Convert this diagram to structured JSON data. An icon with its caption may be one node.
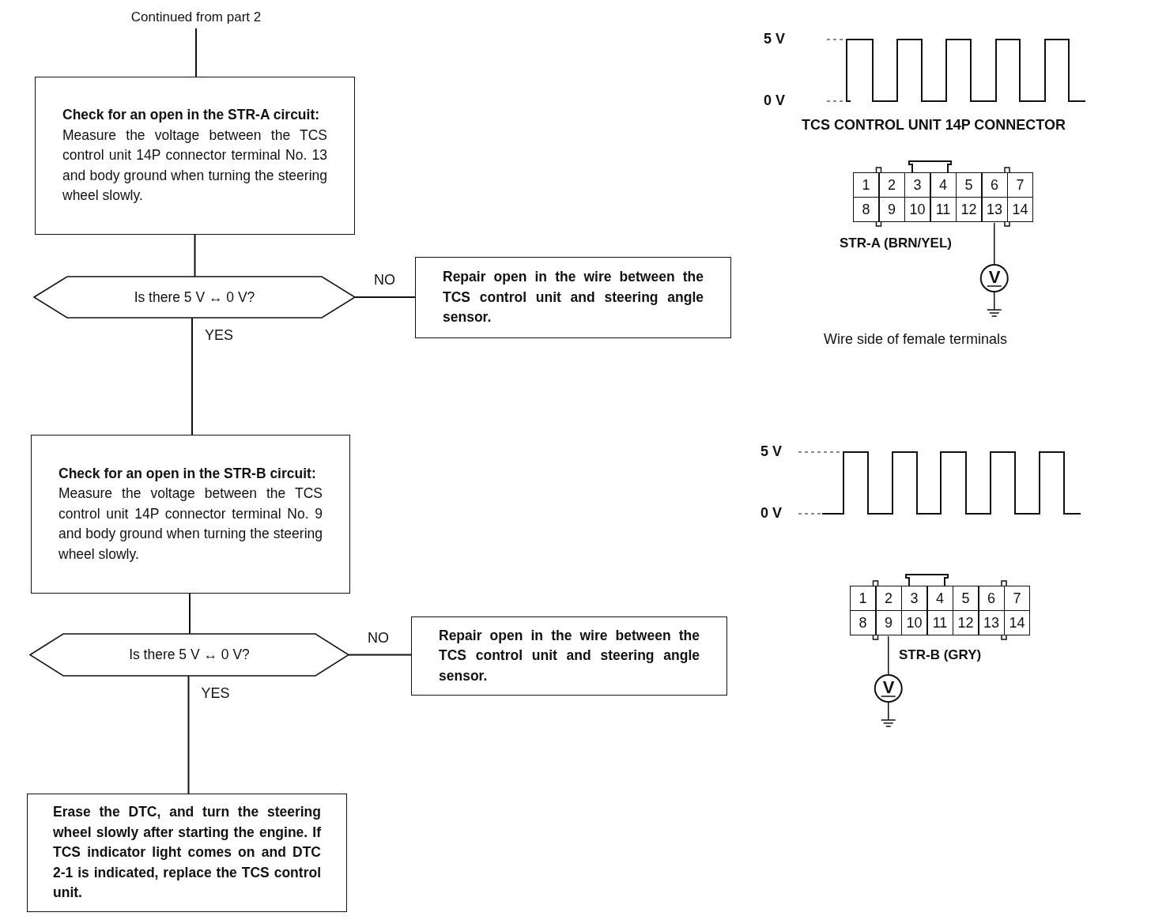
{
  "diagram": {
    "nodes": [
      {
        "text": [
          "Continued from part 2"
        ]
      },
      {
        "text": [
          "Check for an open in the STR-A circuit:",
          "Measure the voltage between the TCS control unit 14P connector terminal No. 13 and body ground when turning the steering wheel slowly."
        ]
      },
      {
        "text": [
          "Is there 5 V ↔ 0 V?"
        ]
      },
      {
        "text": [
          "Repair open in the wire between the TCS control unit and steering angle sensor."
        ]
      },
      {
        "text": [
          "Check for an open in the STR-B circuit:",
          "Measure the voltage between the TCS control unit 14P connector terminal No. 9 and body ground when turning the steering wheel slowly."
        ]
      },
      {
        "text": [
          "Is there 5 V ↔ 0 V?"
        ]
      },
      {
        "text": [
          "Repair open in the wire between the TCS control unit and steering angle sensor."
        ]
      },
      {
        "text": [
          "Erase the DTC, and turn the steering wheel slowly after starting the engine. If TCS indicator light comes on and DTC 2-1 is indicated, replace the TCS control unit."
        ]
      }
    ],
    "edges": [
      {
        "from": 0,
        "to": 1,
        "arrow": "none"
      },
      {
        "from": 1,
        "to": 2,
        "arrow": "none"
      },
      {
        "from": 2,
        "to": 3,
        "arrow": "none",
        "label": "NO"
      },
      {
        "from": 2,
        "to": 4,
        "arrow": "none",
        "label": "YES"
      },
      {
        "from": 4,
        "to": 5,
        "arrow": "none"
      },
      {
        "from": 5,
        "to": 6,
        "arrow": "none",
        "label": "NO"
      },
      {
        "from": 5,
        "to": 7,
        "arrow": "none",
        "label": "YES"
      }
    ],
    "labels": [
      "5 V",
      "0 V",
      "TCS CONTROL UNIT 14P CONNECTOR",
      "1",
      "2",
      "3",
      "4",
      "5",
      "6",
      "7",
      "8",
      "9",
      "10",
      "11",
      "12",
      "13",
      "14",
      "STR-A (BRN/YEL)",
      "V",
      "Wire side of female terminals",
      "5 V",
      "0 V",
      "1",
      "2",
      "3",
      "4",
      "5",
      "6",
      "7",
      "8",
      "9",
      "10",
      "11",
      "12",
      "13",
      "14",
      "STR-B (GRY)",
      "V"
    ]
  }
}
